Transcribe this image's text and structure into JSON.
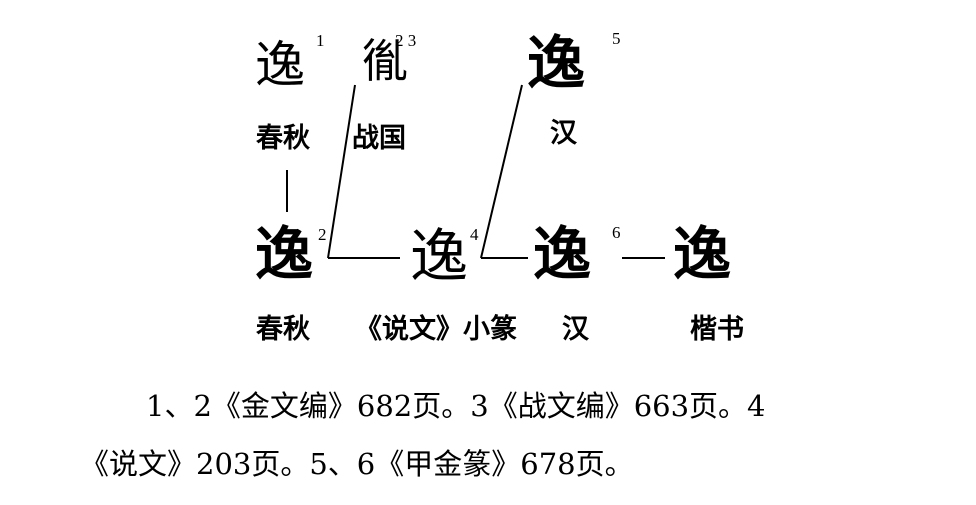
{
  "forms": {
    "f1": {
      "glyph": "逸",
      "num": "1",
      "era": "春秋"
    },
    "f3": {
      "glyph": "㣧",
      "num": "2 3",
      "era": "战国"
    },
    "f5": {
      "glyph": "逸",
      "num": "5",
      "era": "汉"
    },
    "f2": {
      "glyph": "逸",
      "num": "2",
      "era": "春秋"
    },
    "f4": {
      "glyph": "逸",
      "num": "4",
      "era": "《说文》小篆"
    },
    "f6": {
      "glyph": "逸",
      "num": "6",
      "era": "汉"
    },
    "f7": {
      "glyph": "逸",
      "era": "楷书"
    }
  },
  "captions": {
    "line1": "1、2《金文编》682页。3《战文编》663页。4",
    "line2": "《说文》203页。5、6《甲金篆》678页。"
  }
}
